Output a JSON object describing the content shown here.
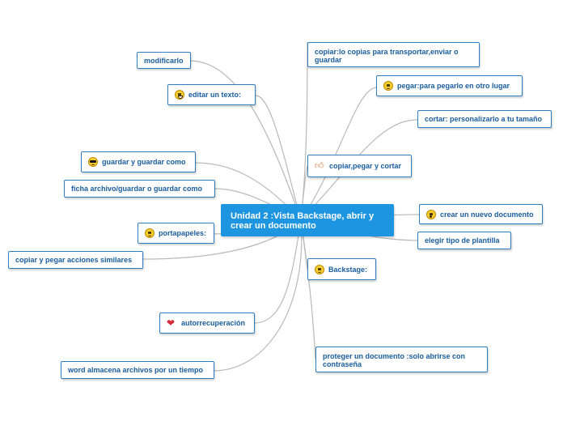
{
  "central": "Unidad 2 :Vista Backstage, abrir y crear un documento",
  "nodes": {
    "modificarlo": "modificarlo",
    "editar": "editar un texto:",
    "guardar": "guardar y guardar como",
    "ficha": "ficha archivo/guardar o guardar como",
    "portapapeles": "portapapeles:",
    "copiar_pegar_acciones": "copiar y pegar acciones similares",
    "autorrecuperacion": "autorrecuperación",
    "word_almacena": "word almacena archivos por un tiempo",
    "copiar_lo": "copiar:lo copias para transportar,enviar o guardar",
    "pegar": "pegar:para pegarlo en otro lugar",
    "cortar": "cortar: personalizarlo a tu tamaño",
    "copiar_pegar_cortar": "copiar,pegar y cortar",
    "crear_nuevo": "crear un nuevo documento",
    "elegir": "elegir tipo de plantilla",
    "backstage": "Backstage:",
    "proteger": "proteger un documento :solo abrirse con contraseña"
  },
  "icons": {
    "editar": "grinning-face-icon",
    "guardar": "cool-sunglasses-face-icon",
    "portapapeles": "smiling-face-icon",
    "autorrecuperacion": "heart-icon",
    "pegar": "smiling-face-icon",
    "copiar_pegar_cortar": "thumbs-up-icon",
    "crear_nuevo": "surprised-face-icon",
    "backstage": "smiling-face-icon"
  },
  "colors": {
    "central_fill": "#1e95e0",
    "node_border": "#2f7ec3",
    "node_text": "#1a5d9e",
    "connector": "#b9b9b9"
  }
}
